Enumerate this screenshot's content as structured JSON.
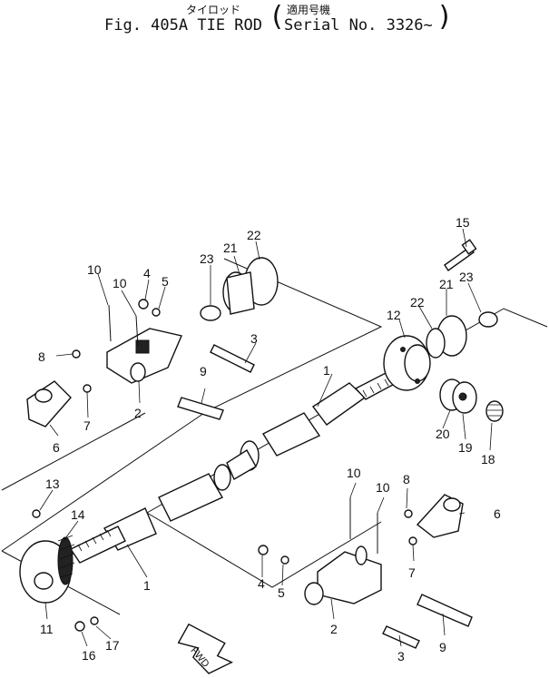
{
  "header": {
    "title_jp": "タイロッド",
    "title_en": "Fig. 405A TIE ROD",
    "serial_jp": "適用号機",
    "serial_en": "Serial No. 3326~"
  },
  "callouts": {
    "c1a": "1",
    "c1b": "1",
    "c2a": "2",
    "c2b": "2",
    "c3a": "3",
    "c3b": "3",
    "c4a": "4",
    "c4b": "4",
    "c5a": "5",
    "c5b": "5",
    "c6a": "6",
    "c6b": "6",
    "c7a": "7",
    "c7b": "7",
    "c8a": "8",
    "c8b": "8",
    "c9a": "9",
    "c9b": "9",
    "c10a": "10",
    "c10b": "10",
    "c10c": "10",
    "c10d": "10",
    "c11": "11",
    "c12": "12",
    "c13": "13",
    "c14": "14",
    "c15": "15",
    "c16": "16",
    "c17": "17",
    "c18": "18",
    "c19": "19",
    "c20": "20",
    "c21a": "21",
    "c21b": "21",
    "c22a": "22",
    "c22b": "22",
    "c23a": "23",
    "c23b": "23"
  },
  "direction_label": "FWD"
}
